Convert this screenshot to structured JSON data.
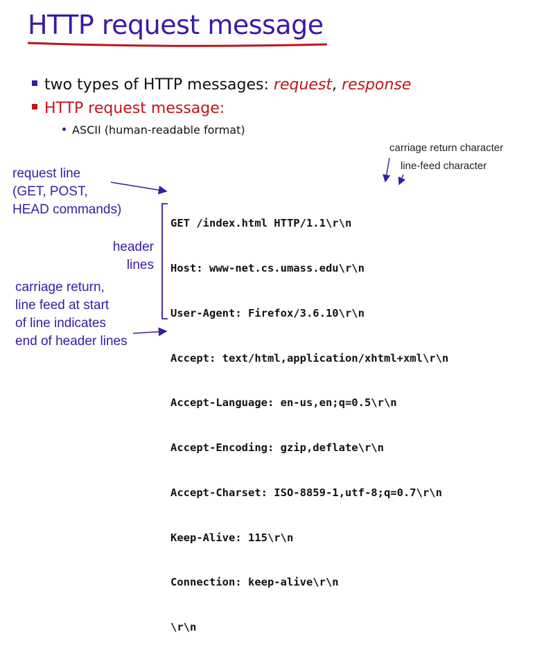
{
  "title": "HTTP request message",
  "bullets": {
    "first_prefix": "two types of HTTP messages: ",
    "first_em1": "request",
    "first_sep": ", ",
    "first_em2": "response",
    "second": "HTTP request message:",
    "sub": "ASCII (human-readable format)"
  },
  "annotations": {
    "cr_char": "carriage return character",
    "lf_char": "line-feed character",
    "request_line": [
      "request line",
      "(GET, POST,",
      "HEAD commands)"
    ],
    "header_lines": [
      "header",
      "lines"
    ],
    "end_headers": [
      "carriage return,",
      "line feed at start",
      "of line indicates",
      "end of header lines"
    ]
  },
  "message_lines": [
    "GET /index.html HTTP/1.1\\r\\n",
    "Host: www-net.cs.umass.edu\\r\\n",
    "User-Agent: Firefox/3.6.10\\r\\n",
    "Accept: text/html,application/xhtml+xml\\r\\n",
    "Accept-Language: en-us,en;q=0.5\\r\\n",
    "Accept-Encoding: gzip,deflate\\r\\n",
    "Accept-Charset: ISO-8859-1,utf-8;q=0.7\\r\\n",
    "Keep-Alive: 115\\r\\n",
    "Connection: keep-alive\\r\\n",
    "\\r\\n"
  ],
  "colors": {
    "accent": "#3a1aa6",
    "red": "#c0141a"
  }
}
